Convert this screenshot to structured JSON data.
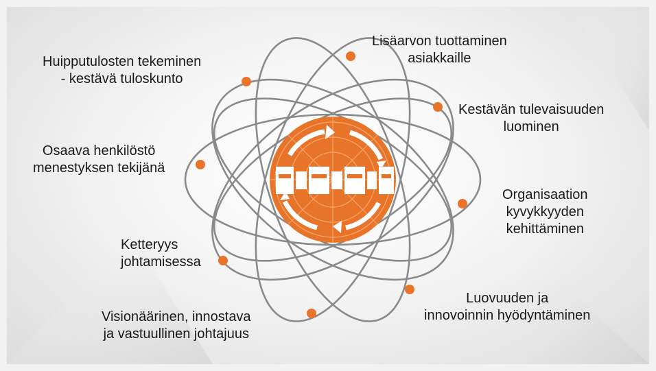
{
  "colors": {
    "accent": "#e8742a",
    "orbit": "#8a8a8a",
    "text": "#1a1a1a"
  },
  "center_emblem": {
    "icon": "orange-circular-logo-with-arrows-and-blocks"
  },
  "labels": [
    {
      "id": "huipputulosten",
      "lines": [
        "Huipputulosten tekeminen",
        "- kestävä tuloskunto"
      ]
    },
    {
      "id": "lisaarvon",
      "lines": [
        "Lisäarvon tuottaminen",
        "asiakkaille"
      ]
    },
    {
      "id": "kestavan",
      "lines": [
        "Kestävän tulevaisuuden",
        "luominen"
      ]
    },
    {
      "id": "osaava",
      "lines": [
        "Osaava henkilöstö",
        "menestyksen tekijänä"
      ]
    },
    {
      "id": "organisaation",
      "lines": [
        "Organisaation",
        "kyvykkyyden",
        "kehittäminen"
      ]
    },
    {
      "id": "ketteryys",
      "lines": [
        "Ketteryys",
        "johtamisessa"
      ]
    },
    {
      "id": "luovuuden",
      "lines": [
        "Luovuuden ja",
        "innovoinnin hyödyntäminen"
      ]
    },
    {
      "id": "visionaarinen",
      "lines": [
        "Visionäärinen, innostava",
        "ja vastuullinen johtajuus"
      ]
    }
  ]
}
